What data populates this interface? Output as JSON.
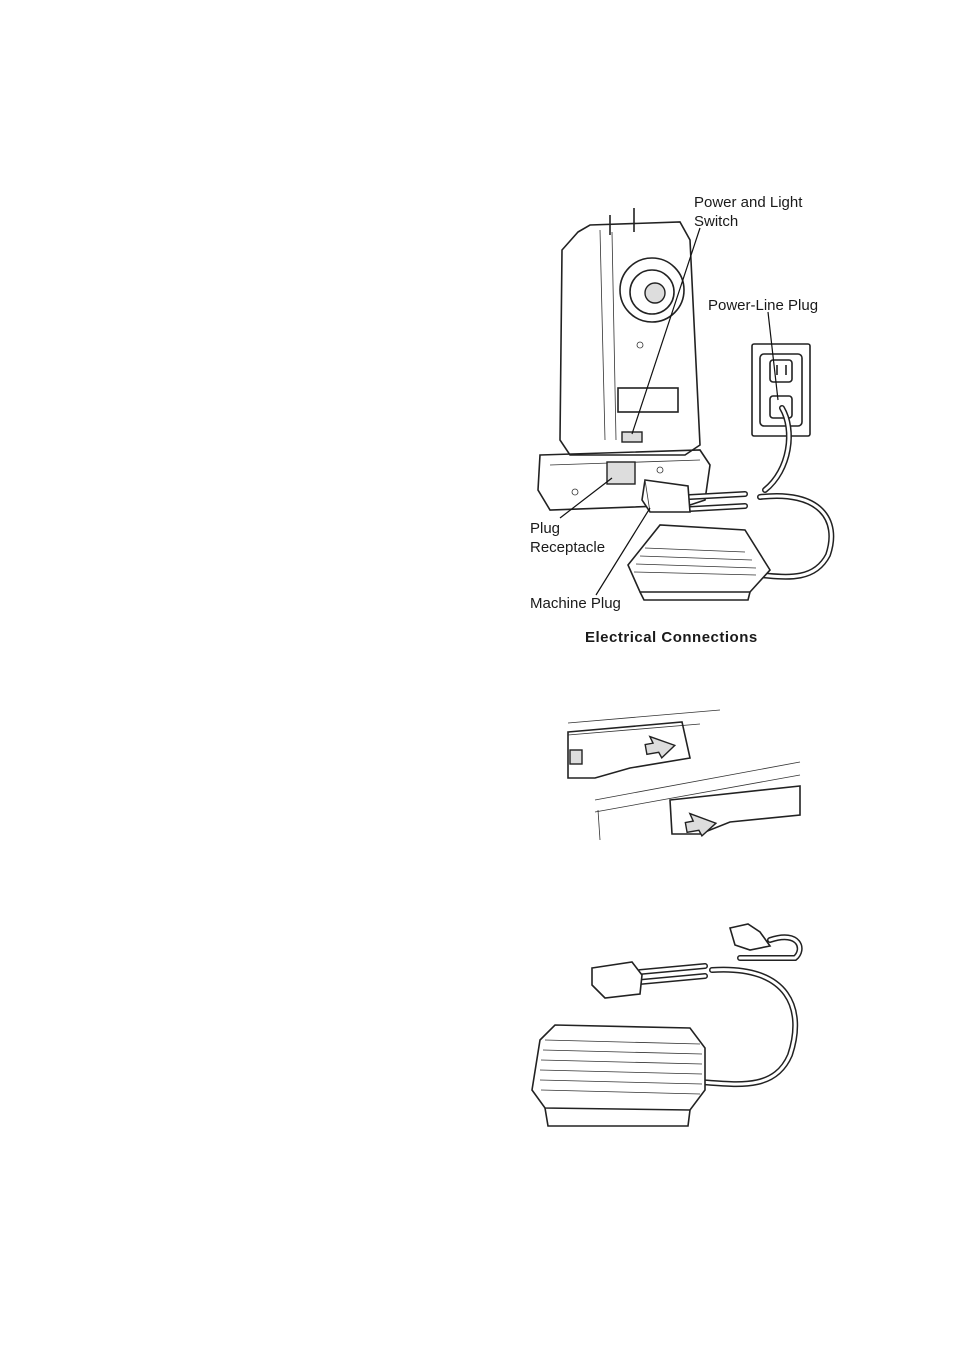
{
  "figure1": {
    "labels": {
      "power_light_switch": [
        "Power and Light",
        "Switch"
      ],
      "power_line_plug": "Power-Line Plug",
      "plug_receptacle": [
        "Plug",
        "Receptacle"
      ],
      "machine_plug": "Machine Plug"
    },
    "caption": "Electrical Connections"
  }
}
